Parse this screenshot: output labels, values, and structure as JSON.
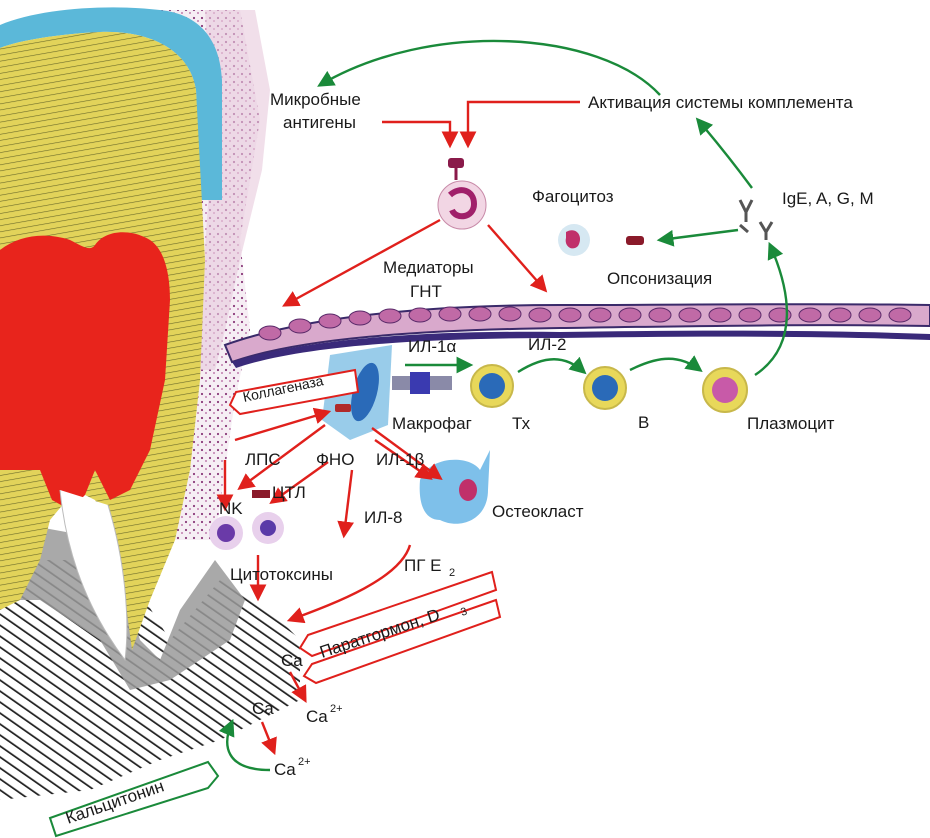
{
  "labels": {
    "microbial_antigens_1": "Микробные",
    "microbial_antigens_2": "антигены",
    "complement_activation": "Активация системы комплемента",
    "phagocytosis": "Фагоцитоз",
    "immunoglobulins": "IgE, A, G, M",
    "mediators_1": "Медиаторы",
    "mediators_2": "ГНТ",
    "opsonization": "Опсонизация",
    "il1a": "ИЛ-1α",
    "il2": "ИЛ-2",
    "collagenase": "Коллагеназа",
    "macrophage": "Макрофаг",
    "th": "Тх",
    "b_cell": "В",
    "plasmocyte": "Плазмоцит",
    "lps": "ЛПС",
    "tnf": "ФНО",
    "il1b": "ИЛ-1β",
    "nk": "NK",
    "ctl": "ЦТЛ",
    "il8": "ИЛ-8",
    "osteoclast": "Остеокласт",
    "cytotoxins": "Цитотоксины",
    "pge2": "ПГ E",
    "pge2_sub": "2",
    "parathormone": "Паратгормон, D",
    "parathormone_sub": "3",
    "ca_1": "Ca",
    "ca2_1": "Ca",
    "ca2_1_sup": "2+",
    "ca_2": "Ca",
    "ca2_2": "Ca",
    "ca2_2_sup": "2+",
    "calcitonin": "Кальцитонин"
  },
  "colors": {
    "inhibit_red": "#e0201c",
    "stimulate_green": "#1a8a3a",
    "pulp": "#e8241c",
    "enamel": "#5bb8d9",
    "dentin": "#d8c84a",
    "epithelium": "#c98fb8",
    "bone": "#3a3a3a"
  }
}
